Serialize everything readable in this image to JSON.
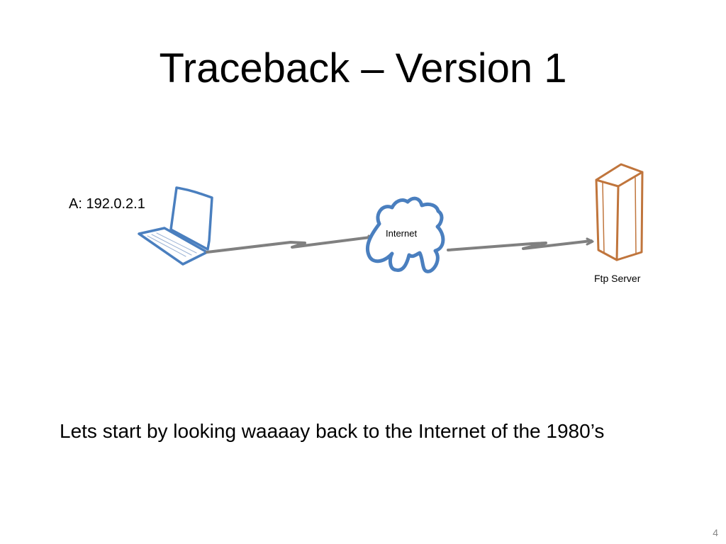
{
  "slide": {
    "title": "Traceback – Version 1",
    "body": "Lets start by looking waaaay back to the Internet of the 1980’s",
    "page_number": "4"
  },
  "diagram": {
    "host_label": "A: 192.0.2.1",
    "cloud_label": "Internet",
    "server_label": "Ftp Server",
    "colors": {
      "laptop": "#4a7fbf",
      "cloud": "#4a7fbf",
      "server": "#c0753c",
      "connection": "#808080"
    },
    "icons": [
      "laptop-icon",
      "cloud-icon",
      "server-icon"
    ]
  }
}
